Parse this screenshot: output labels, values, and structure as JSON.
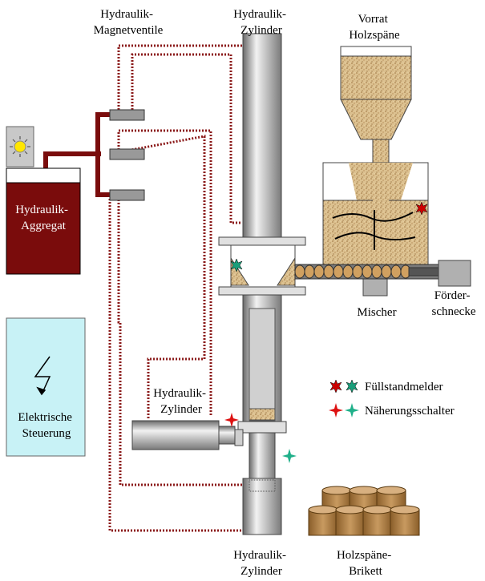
{
  "labels": {
    "magnetventile": [
      "Hydraulik-",
      "Magnetventile"
    ],
    "zylinder_top": [
      "Hydraulik-",
      "Zylinder"
    ],
    "vorrat": [
      "Vorrat",
      "Holzspäne"
    ],
    "aggregat": [
      "Hydraulik-",
      "Aggregat"
    ],
    "mischer": "Mischer",
    "foerderschnecke": [
      "Förder-",
      "schnecke"
    ],
    "steuerung": [
      "Elektrische",
      "Steuerung"
    ],
    "zylinder_mid": [
      "Hydraulik-",
      "Zylinder"
    ],
    "zylinder_bottom": [
      "Hydraulik-",
      "Zylinder"
    ],
    "brikett": [
      "Holzspäne-",
      "Brikett"
    ]
  },
  "legend": [
    {
      "text": "Füllstandmelder",
      "marker": "starburst",
      "colors": [
        "#cc0000",
        "#1a9e7a"
      ]
    },
    {
      "text": "Näherungsschalter",
      "marker": "four-point-star",
      "colors": [
        "#dd1111",
        "#20b08a"
      ]
    }
  ],
  "colors": {
    "hydraulic": "#7a0c0c",
    "dotted_line": "#8b1a1a",
    "sawdust": "#d8b888",
    "control_box": "#c8f2f6",
    "cylinder": "#c0c0c0",
    "brikett": "#b0804a"
  }
}
